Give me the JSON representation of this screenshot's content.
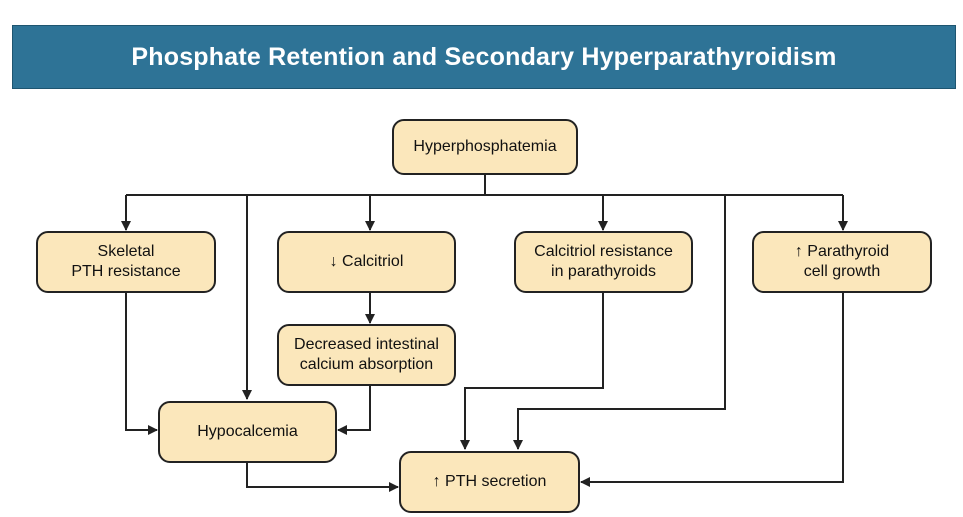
{
  "title": "Phosphate Retention and Secondary Hyperparathyroidism",
  "nodes": {
    "hyperphosphatemia": "Hyperphosphatemia",
    "skeletal": "Skeletal\nPTH resistance",
    "calcitriol": "↓ Calcitriol",
    "calcitriol_resistance": "Calcitriol resistance\nin parathyroids",
    "parathyroid_growth": "↑ Parathyroid\ncell growth",
    "decreased_absorption": "Decreased intestinal\ncalcium absorption",
    "hypocalcemia": "Hypocalcemia",
    "pth_secretion": "↑ PTH secretion"
  },
  "colors": {
    "title_bar": "#2e7396",
    "node_fill": "#fbe7bb",
    "stroke": "#222222"
  }
}
